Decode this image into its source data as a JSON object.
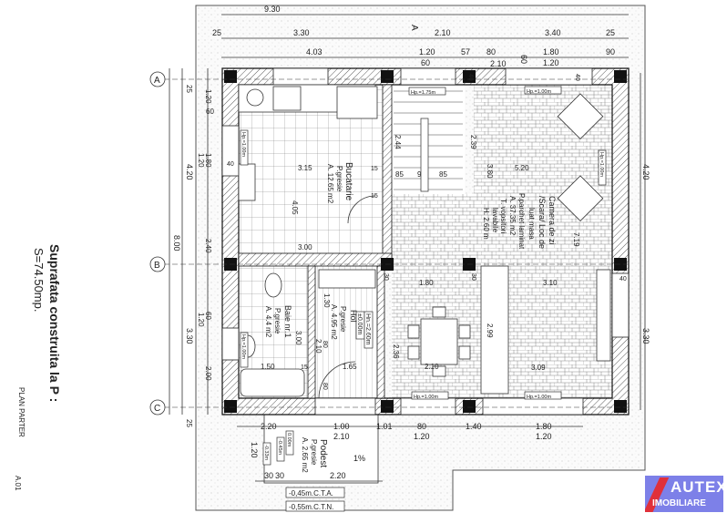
{
  "sheet": {
    "title": "Suprafata construita la P :",
    "area": "S=74.50mp.",
    "plan_name": "PLAN PARTER",
    "sheet_number": "A.01"
  },
  "axes": {
    "rows": [
      "A",
      "B",
      "C"
    ],
    "section_mark": "A"
  },
  "dims": {
    "top": [
      "9.30",
      "25",
      "3.30",
      "2.10",
      "3.40",
      "25",
      "4.03",
      "1.20",
      "57",
      "80",
      "1.80",
      "90",
      "60",
      "2.10",
      "60",
      "1.20"
    ],
    "left": [
      "25",
      "1.20",
      "60",
      "1.80",
      "1.20",
      "4.20",
      "8.00",
      "2.40",
      "1.20",
      "60",
      "3.30",
      "2.00",
      "25",
      "40"
    ],
    "right": [
      "4.20",
      "3.30"
    ],
    "bottom": [
      "2.20",
      "1.00",
      "2.10",
      "1.01",
      "80",
      "1.20",
      "1.40",
      "1.80",
      "1.20",
      "1.20",
      "30",
      "30",
      "2.20",
      "1%"
    ],
    "interior": [
      "3.15",
      "4.05",
      "3.00",
      "2.44",
      "2.39",
      "85",
      "9",
      "85",
      "15",
      "15",
      "5.20",
      "3.80",
      "7.19",
      "3.10",
      "2.99",
      "3.09",
      "1.80",
      "2.36",
      "2.10",
      "1.50",
      "15",
      "1.65",
      "3.00",
      "1.30",
      "2.10",
      "80",
      "80",
      "40",
      "40",
      "40",
      "30",
      "30"
    ]
  },
  "levels": {
    "hp_175": "Hp.=1.75m",
    "hp_100": "Hp.=1.00m",
    "floor": "±0.00m",
    "height": "Hn.=2.60m",
    "podest_0": "0.00m",
    "podest_045": "-0.45m",
    "podest_033": "-0.33m",
    "cta": "-0,45m.C.T.A.",
    "ctn": "-0,55m.C.T.N."
  },
  "rooms": {
    "kitchen": {
      "name": "Bucatarie",
      "floor": "P.gresie",
      "area": "A. 12.65 m2"
    },
    "living": {
      "lines": [
        "Camera de zi",
        "/Scara/ Loc de",
        "luat masa",
        "P.parchet laminat",
        "A. 37.35 m2",
        "T. vopsitori",
        "lavabile",
        "H: 2.60 m"
      ]
    },
    "bath": {
      "name": "Baie nr.1",
      "floor": "P.gresie",
      "area": "A. 4.4 m2"
    },
    "hall": {
      "name": "Hol",
      "floor": "P.gresie",
      "area": "A. 4.95 m2"
    },
    "podest": {
      "name": "Podest",
      "floor": "P.gresie",
      "area": "A. 2.65 m2"
    }
  },
  "logo": {
    "line1": "AUTEX",
    "line2": "IMOBILIARE",
    "colors": {
      "bg": "#7d80e8",
      "accent": "#e0303a"
    }
  }
}
